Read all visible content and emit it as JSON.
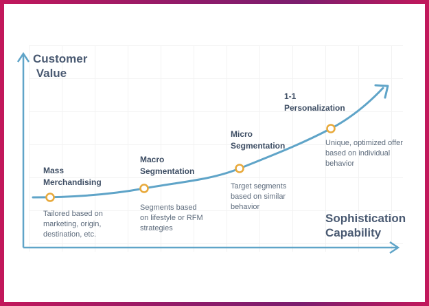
{
  "axes": {
    "y_title": "Customer\n Value",
    "x_title": "Sophistication\nCapability"
  },
  "stages": [
    {
      "title": "Mass\nMerchandising",
      "description": "Tailored based on\nmarketing, origin,\ndestination, etc."
    },
    {
      "title": "Macro\nSegmentation",
      "description": "Segments based\non lifestyle or RFM\nstrategies"
    },
    {
      "title": "Micro\nSegmentation",
      "description": "Target segments\nbased on similar\nbehavior"
    },
    {
      "title": "1-1\nPersonalization",
      "description": "Unique, optimized offer\nbased on individual\nbehavior"
    }
  ],
  "colors": {
    "axis": "#5fa4c8",
    "curve": "#5fa4c8",
    "marker_ring": "#e8a93b",
    "frame": "#a51c63"
  }
}
